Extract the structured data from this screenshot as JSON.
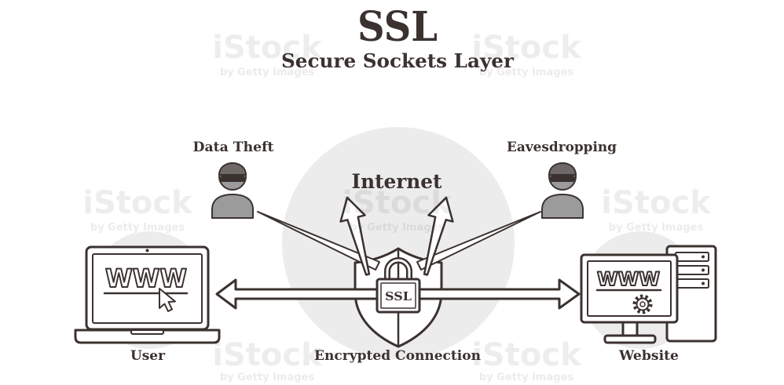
{
  "diagram": {
    "title": "SSL",
    "subtitle": "Secure Sockets Layer",
    "internet": {
      "label": "Internet",
      "icon": "upload-arrows-icon"
    },
    "connection": {
      "label": "Encrypted Connection",
      "icon": "double-arrow-icon"
    },
    "security": {
      "shield_icon": "shield-icon",
      "lock_icon": "padlock-icon",
      "lock_label": "SSL"
    },
    "threats": [
      {
        "label": "Data Theft",
        "icon": "hacker-icon"
      },
      {
        "label": "Eavesdropping",
        "icon": "hacker-icon"
      }
    ],
    "user": {
      "label": "User",
      "icon": "laptop-icon",
      "screen_text": "WWW",
      "pointer_icon": "cursor-icon"
    },
    "website": {
      "label": "Website",
      "icon": "desktop-monitor-icon",
      "screen_text": "WWW",
      "screen_icon": "gear-icon",
      "server_icon": "server-tower-icon"
    }
  },
  "colors": {
    "ink": "#3b3230",
    "background": "#ffffff",
    "backdrop_circle": "#ececec",
    "hacker_fill": "#9b9b9b",
    "hacker_dark": "#6e6866"
  },
  "watermark": {
    "brand": "iStock",
    "credit": "by Getty Images"
  }
}
